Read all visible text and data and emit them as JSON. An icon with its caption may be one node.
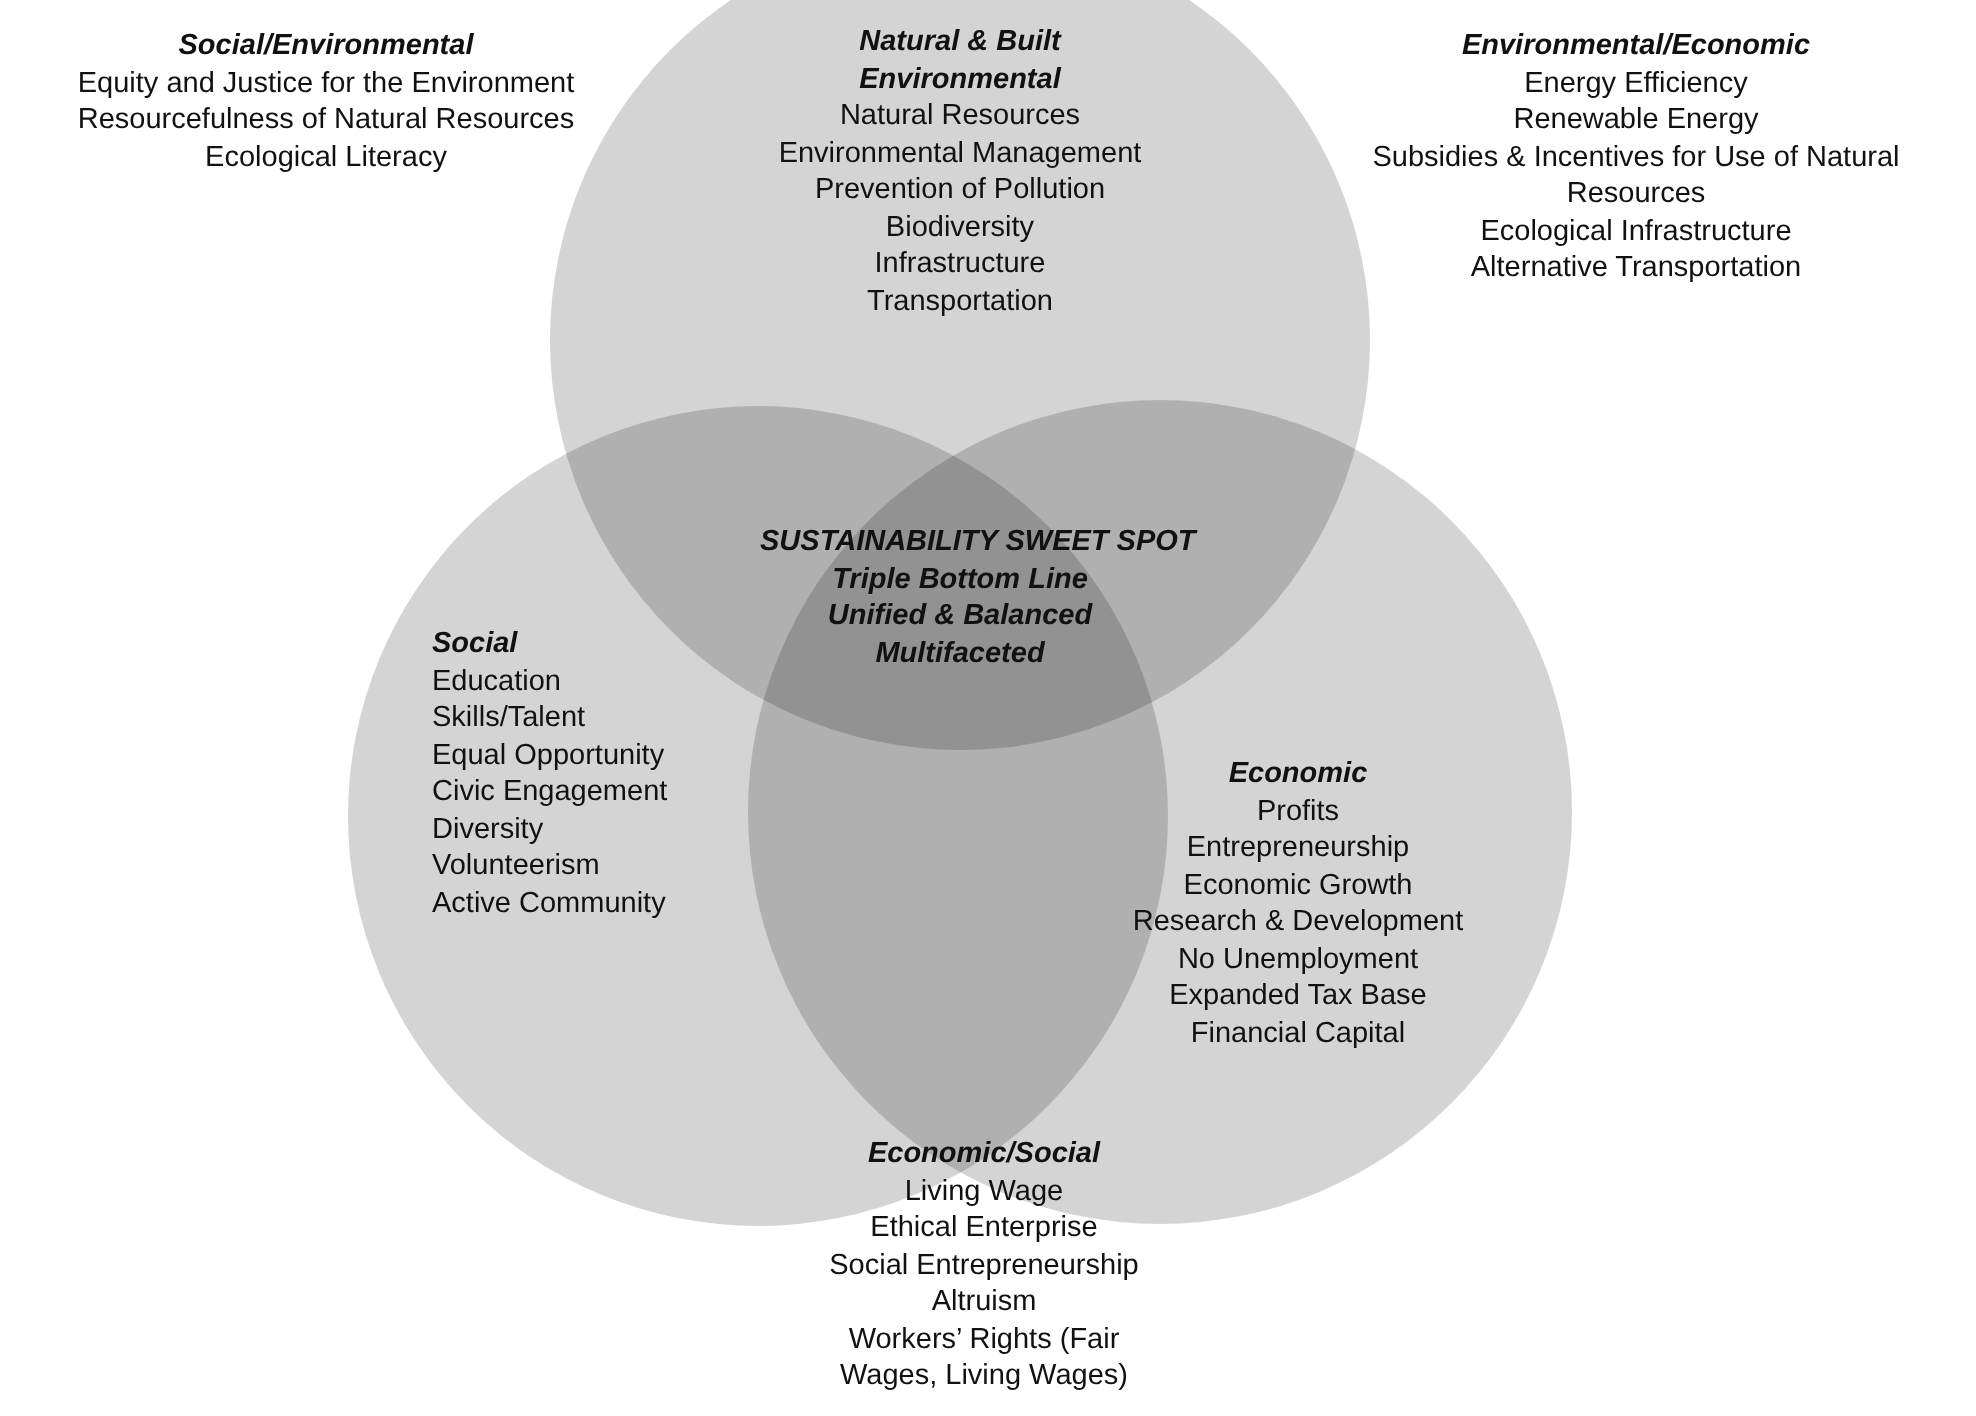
{
  "diagram": {
    "nodes": [
      {
        "text": [
          "Natural & Built Environmental",
          "Natural Resources",
          "Environmental Management",
          "Prevention of Pollution",
          "Biodiversity",
          "Infrastructure",
          "Transportation"
        ]
      },
      {
        "text": [
          "Social",
          "Education",
          "Skills/Talent",
          "Equal Opportunity",
          "Civic Engagement",
          "Diversity",
          "Volunteerism",
          "Active Community"
        ]
      },
      {
        "text": [
          "Economic",
          "Profits",
          "Entrepreneurship",
          "Economic Growth",
          "Research & Development",
          "No Unemployment",
          "Expanded Tax Base",
          "Financial Capital"
        ]
      }
    ],
    "labels": [
      "Social/Environmental",
      "Equity and Justice for the Environment",
      "Resourcefulness of Natural Resources",
      "Ecological Literacy",
      "Environmental/Economic",
      "Energy Efficiency",
      "Renewable Energy",
      "Subsidies & Incentives for Use of Natural Resources",
      "Ecological Infrastructure",
      "Alternative Transportation",
      "SUSTAINABILITY SWEET SPOT",
      "Triple Bottom Line",
      "Unified & Balanced",
      "Multifaceted",
      "Economic/Social",
      "Living Wage",
      "Ethical Enterprise",
      "Social Entrepreneurship",
      "Altruism",
      "Workers’ Rights (Fair Wages, Living Wages)"
    ]
  }
}
